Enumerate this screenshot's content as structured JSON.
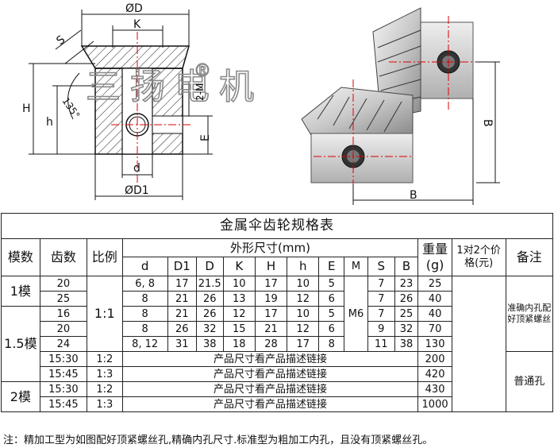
{
  "drawing": {
    "labels": {
      "D": "ØD",
      "K": "K",
      "S": "S",
      "deg": "135°",
      "H": "H",
      "h": "h",
      "M": "2-M",
      "E": "E",
      "d": "d",
      "D1": "ØD1",
      "B_right": "B",
      "B_bottom": "B"
    },
    "watermark": "三扬电机",
    "registered": "®"
  },
  "table": {
    "title": "金属伞齿轮规格表",
    "headers": {
      "module": "模数",
      "teeth": "齿数",
      "ratio": "比例",
      "dims": "外形尺寸(mm)",
      "weight": "重量(g)",
      "price": "1对2个价格(元)",
      "remark": "备注"
    },
    "subheaders": [
      "d",
      "D1",
      "D",
      "K",
      "H",
      "h",
      "E",
      "M",
      "S",
      "B"
    ],
    "ratio_common": "1:1",
    "m_value": "M6",
    "modules": [
      "1模",
      "1.5模",
      "2模"
    ],
    "rows": [
      {
        "teeth": "20",
        "d": "6, 8",
        "D1": "17",
        "D": "21.5",
        "K": "10",
        "H": "17",
        "h": "10",
        "E": "5",
        "S": "7",
        "B": "23",
        "weight": "25"
      },
      {
        "teeth": "25",
        "d": "8",
        "D1": "21",
        "D": "26",
        "K": "13",
        "H": "19",
        "h": "12",
        "E": "6",
        "S": "7",
        "B": "26",
        "weight": "40"
      },
      {
        "teeth": "16",
        "d": "8",
        "D1": "21",
        "D": "26",
        "K": "12",
        "H": "17",
        "h": "10",
        "E": "5",
        "S": "7",
        "B": "25",
        "weight": "40"
      },
      {
        "teeth": "20",
        "d": "8",
        "D1": "26",
        "D": "32",
        "K": "15",
        "H": "21",
        "h": "12",
        "E": "6",
        "S": "9",
        "B": "32",
        "weight": "70"
      },
      {
        "teeth": "24",
        "d": "8, 12",
        "D1": "31",
        "D": "38",
        "K": "18",
        "H": "28",
        "h": "17",
        "E": "8",
        "S": "11",
        "B": "38",
        "weight": "130"
      }
    ],
    "link_rows": [
      {
        "teeth": "15:30",
        "ratio": "1:2",
        "text": "产品尺寸看产品描述链接",
        "weight": "200"
      },
      {
        "teeth": "15:45",
        "ratio": "1:3",
        "text": "产品尺寸看产品描述链接",
        "weight": "420"
      },
      {
        "teeth": "15:30",
        "ratio": "1:2",
        "text": "产品尺寸看产品描述链接",
        "weight": "430"
      },
      {
        "teeth": "15:45",
        "ratio": "1:3",
        "text": "产品尺寸看产品描述链接",
        "weight": "1000"
      }
    ],
    "remark_fine": "准确内孔配好顶紧螺丝",
    "remark_plain": "普通孔"
  },
  "footnote": "注：精加工型为如图配好顶紧螺丝孔,精确内孔尺寸.标准型为粗加工内孔，且没有顶紧螺丝孔。"
}
